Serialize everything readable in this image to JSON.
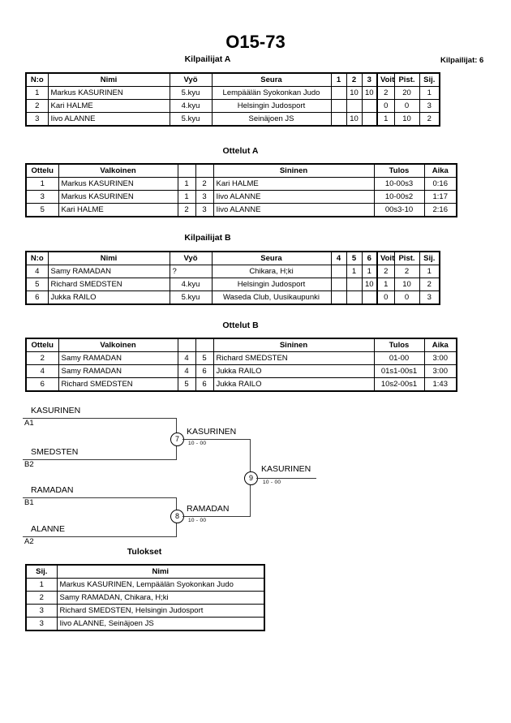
{
  "document": {
    "title": "O15-73",
    "entry_count_label": "Kilpailijat: 6"
  },
  "pool_a": {
    "caption": "Kilpailijat A",
    "columns": {
      "no": "N:o",
      "name": "Nimi",
      "belt": "Vyö",
      "club": "Seura",
      "r1": "1",
      "r2": "2",
      "r3": "3",
      "wins": "Voit.",
      "points": "Pist.",
      "rank": "Sij."
    },
    "rows": [
      {
        "no": "1",
        "name": "Markus KASURINEN",
        "belt": "5.kyu",
        "club": "Lempäälän Syokonkan Judo",
        "r1": "",
        "r2": "10",
        "r3": "10",
        "wins": "2",
        "points": "20",
        "rank": "1"
      },
      {
        "no": "2",
        "name": "Kari HALME",
        "belt": "4.kyu",
        "club": "Helsingin Judosport",
        "r1": "",
        "r2": "",
        "r3": "",
        "wins": "0",
        "points": "0",
        "rank": "3"
      },
      {
        "no": "3",
        "name": "Iivo ALANNE",
        "belt": "5.kyu",
        "club": "Seinäjoen JS",
        "r1": "",
        "r2": "10",
        "r3": "",
        "wins": "1",
        "points": "10",
        "rank": "2"
      }
    ]
  },
  "matches_a": {
    "caption": "Ottelut A",
    "columns": {
      "match": "Ottelu",
      "white": "Valkoinen",
      "white_no": "",
      "blue_no": "",
      "blue": "Sininen",
      "result": "Tulos",
      "time": "Aika"
    },
    "rows": [
      {
        "match": "1",
        "white": "Markus KASURINEN",
        "white_no": "1",
        "blue_no": "2",
        "blue": "Kari HALME",
        "result": "10-00s3",
        "time": "0:16"
      },
      {
        "match": "3",
        "white": "Markus KASURINEN",
        "white_no": "1",
        "blue_no": "3",
        "blue": "Iivo ALANNE",
        "result": "10-00s2",
        "time": "1:17"
      },
      {
        "match": "5",
        "white": "Kari HALME",
        "white_no": "2",
        "blue_no": "3",
        "blue": "Iivo ALANNE",
        "result": "00s3-10",
        "time": "2:16"
      }
    ]
  },
  "pool_b": {
    "caption": "Kilpailijat B",
    "columns": {
      "no": "N:o",
      "name": "Nimi",
      "belt": "Vyö",
      "club": "Seura",
      "r1": "4",
      "r2": "5",
      "r3": "6",
      "wins": "Voit.",
      "points": "Pist.",
      "rank": "Sij."
    },
    "rows": [
      {
        "no": "4",
        "name": "Samy RAMADAN",
        "belt": "?",
        "club": "Chikara, H;ki",
        "r1": "",
        "r2": "1",
        "r3": "1",
        "wins": "2",
        "points": "2",
        "rank": "1"
      },
      {
        "no": "5",
        "name": "Richard SMEDSTEN",
        "belt": "4.kyu",
        "club": "Helsingin Judosport",
        "r1": "",
        "r2": "",
        "r3": "10",
        "wins": "1",
        "points": "10",
        "rank": "2"
      },
      {
        "no": "6",
        "name": "Jukka RAILO",
        "belt": "5.kyu",
        "club": "Waseda Club, Uusikaupunki",
        "r1": "",
        "r2": "",
        "r3": "",
        "wins": "0",
        "points": "0",
        "rank": "3"
      }
    ]
  },
  "matches_b": {
    "caption": "Ottelut B",
    "columns": {
      "match": "Ottelu",
      "white": "Valkoinen",
      "white_no": "",
      "blue_no": "",
      "blue": "Sininen",
      "result": "Tulos",
      "time": "Aika"
    },
    "rows": [
      {
        "match": "2",
        "white": "Samy RAMADAN",
        "white_no": "4",
        "blue_no": "5",
        "blue": "Richard SMEDSTEN",
        "result": "01-00",
        "time": "3:00"
      },
      {
        "match": "4",
        "white": "Samy RAMADAN",
        "white_no": "4",
        "blue_no": "6",
        "blue": "Jukka RAILO",
        "result": "01s1-00s1",
        "time": "3:00"
      },
      {
        "match": "6",
        "white": "Richard SMEDSTEN",
        "white_no": "5",
        "blue_no": "6",
        "blue": "Jukka RAILO",
        "result": "10s2-00s1",
        "time": "1:43"
      }
    ]
  },
  "bracket": {
    "entrants": [
      {
        "name": "KASURINEN",
        "seed": "A1"
      },
      {
        "name": "SMEDSTEN",
        "seed": "B2"
      },
      {
        "name": "RAMADAN",
        "seed": "B1"
      },
      {
        "name": "ALANNE",
        "seed": "A2"
      }
    ],
    "semifinals": [
      {
        "number": "7",
        "winner": "KASURINEN",
        "score": "10 - 00"
      },
      {
        "number": "8",
        "winner": "RAMADAN",
        "score": "10 - 00"
      }
    ],
    "final": {
      "number": "9",
      "winner": "KASURINEN",
      "score": "10 - 00"
    }
  },
  "results": {
    "caption": "Tulokset",
    "columns": {
      "rank": "Sij.",
      "name": "Nimi"
    },
    "rows": [
      {
        "rank": "1",
        "name": "Markus KASURINEN, Lempäälän Syokonkan Judo"
      },
      {
        "rank": "2",
        "name": "Samy RAMADAN, Chikara, H;ki"
      },
      {
        "rank": "3",
        "name": "Richard SMEDSTEN, Helsingin Judosport"
      },
      {
        "rank": "3",
        "name": "Iivo ALANNE, Seinäjoen JS"
      }
    ]
  }
}
